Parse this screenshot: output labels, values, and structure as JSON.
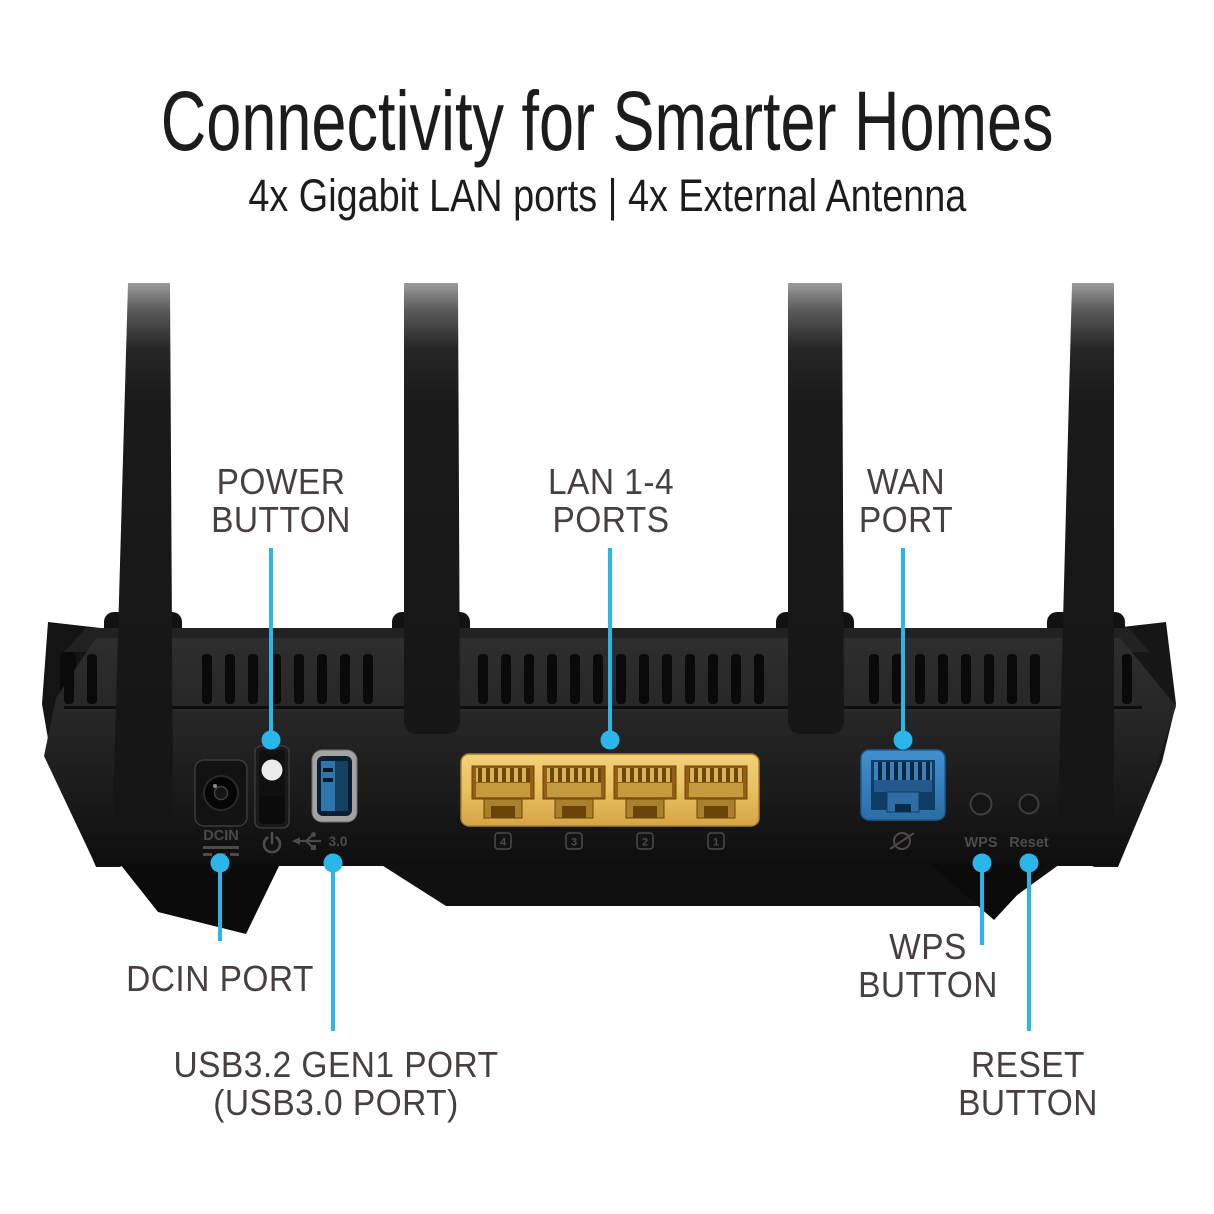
{
  "header": {
    "title": "Connectivity for Smarter Homes",
    "subtitle": "4x Gigabit LAN ports | 4x External Antenna"
  },
  "colors": {
    "accent": "#2bb6e9",
    "label_color": "#46403f",
    "title_color": "#1c1c1c",
    "lan_yellow": "#e9c05e",
    "wan_blue": "#2f7fc0"
  },
  "callouts": {
    "power": {
      "line1": "POWER",
      "line2": "BUTTON"
    },
    "lan": {
      "line1": "LAN 1-4",
      "line2": "PORTS"
    },
    "wan": {
      "line1": "WAN",
      "line2": "PORT"
    },
    "dcin": {
      "line1": "DCIN PORT"
    },
    "usb": {
      "line1": "USB3.2 GEN1 PORT",
      "line2": "(USB3.0 PORT)"
    },
    "wps": {
      "line1": "WPS",
      "line2": "BUTTON"
    },
    "reset": {
      "line1": "RESET",
      "line2": "BUTTON"
    }
  },
  "panel_labels": {
    "dcin": "DCIN",
    "usb_version": "3.0",
    "wps": "WPS",
    "reset": "Reset",
    "lan_numbers": [
      "4",
      "3",
      "2",
      "1"
    ]
  }
}
